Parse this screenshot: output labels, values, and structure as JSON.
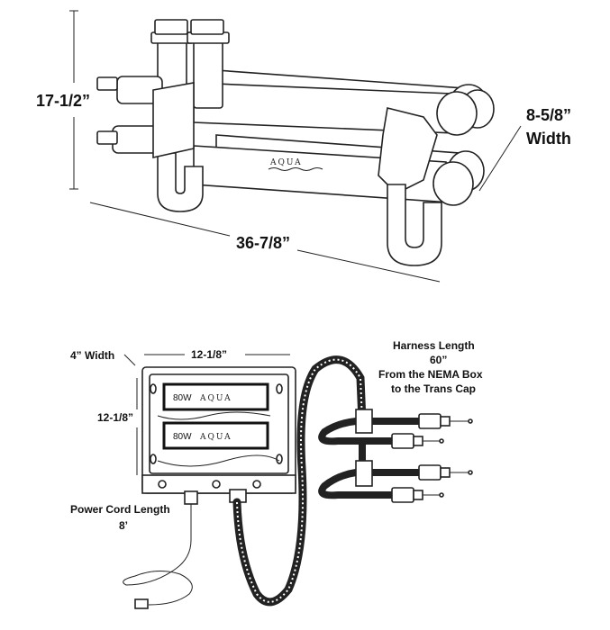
{
  "dimensions": {
    "height": "17-1/2”",
    "length": "36-7/8”",
    "width_value": "8-5/8”",
    "width_label": "Width"
  },
  "brand": {
    "text": "AQUA"
  },
  "nema_box": {
    "depth": "4” Width",
    "width": "12-1/8”",
    "height": "12-1/8”",
    "lamps": [
      {
        "label": "80W"
      },
      {
        "label": "80W"
      }
    ]
  },
  "power_cord": {
    "label": "Power Cord Length",
    "value": "8’"
  },
  "harness": {
    "line1": "Harness Length",
    "line2": "60”",
    "line3": "From the NEMA Box",
    "line4": "to the Trans Cap"
  },
  "colors": {
    "ink": "#222222",
    "background": "#ffffff"
  }
}
